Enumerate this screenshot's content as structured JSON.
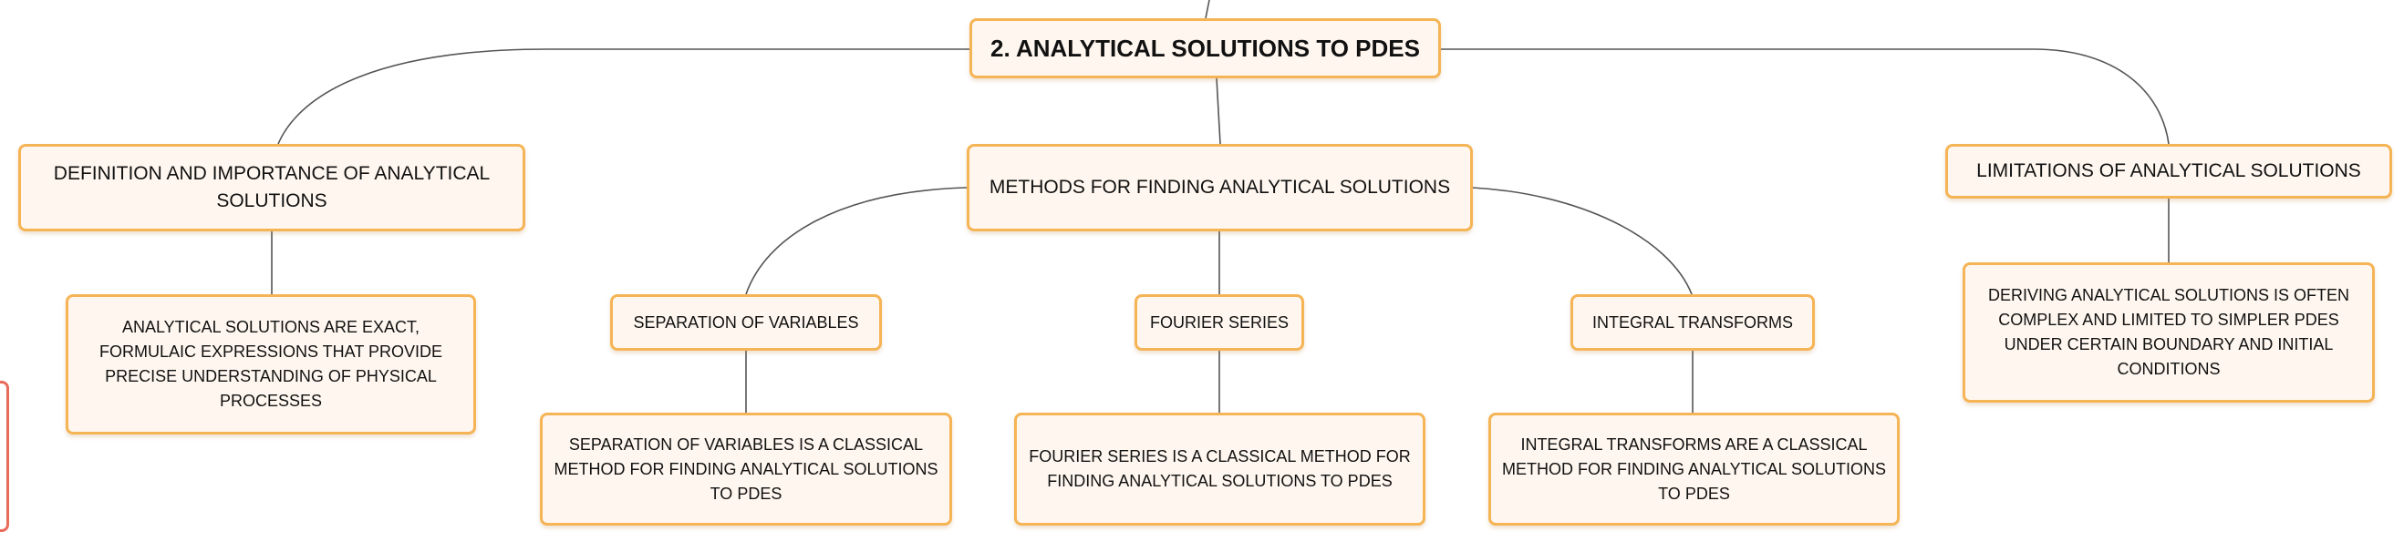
{
  "root": {
    "label": "2. ANALYTICAL SOLUTIONS TO PDES"
  },
  "branches": [
    {
      "label": "DEFINITION AND IMPORTANCE OF ANALYTICAL SOLUTIONS",
      "detail": "ANALYTICAL SOLUTIONS ARE EXACT, FORMULAIC EXPRESSIONS THAT PROVIDE PRECISE UNDERSTANDING OF PHYSICAL PROCESSES"
    },
    {
      "label": "METHODS FOR FINDING ANALYTICAL SOLUTIONS",
      "children": [
        {
          "label": "SEPARATION OF VARIABLES",
          "detail": "SEPARATION OF VARIABLES IS A CLASSICAL METHOD FOR FINDING ANALYTICAL SOLUTIONS TO PDES"
        },
        {
          "label": "FOURIER SERIES",
          "detail": "FOURIER SERIES IS A CLASSICAL METHOD FOR FINDING ANALYTICAL SOLUTIONS TO PDES"
        },
        {
          "label": "INTEGRAL TRANSFORMS",
          "detail": "INTEGRAL TRANSFORMS ARE A CLASSICAL METHOD FOR FINDING ANALYTICAL SOLUTIONS TO PDES"
        }
      ]
    },
    {
      "label": "LIMITATIONS OF ANALYTICAL SOLUTIONS",
      "detail": "DERIVING ANALYTICAL SOLUTIONS IS OFTEN COMPLEX AND LIMITED TO SIMPLER PDES UNDER CERTAIN BOUNDARY AND INITIAL CONDITIONS"
    }
  ],
  "colors": {
    "node_fill": "#fff7ef",
    "node_border": "#f5b455",
    "connector": "#555555",
    "partial_node_border": "#e86a5a"
  }
}
